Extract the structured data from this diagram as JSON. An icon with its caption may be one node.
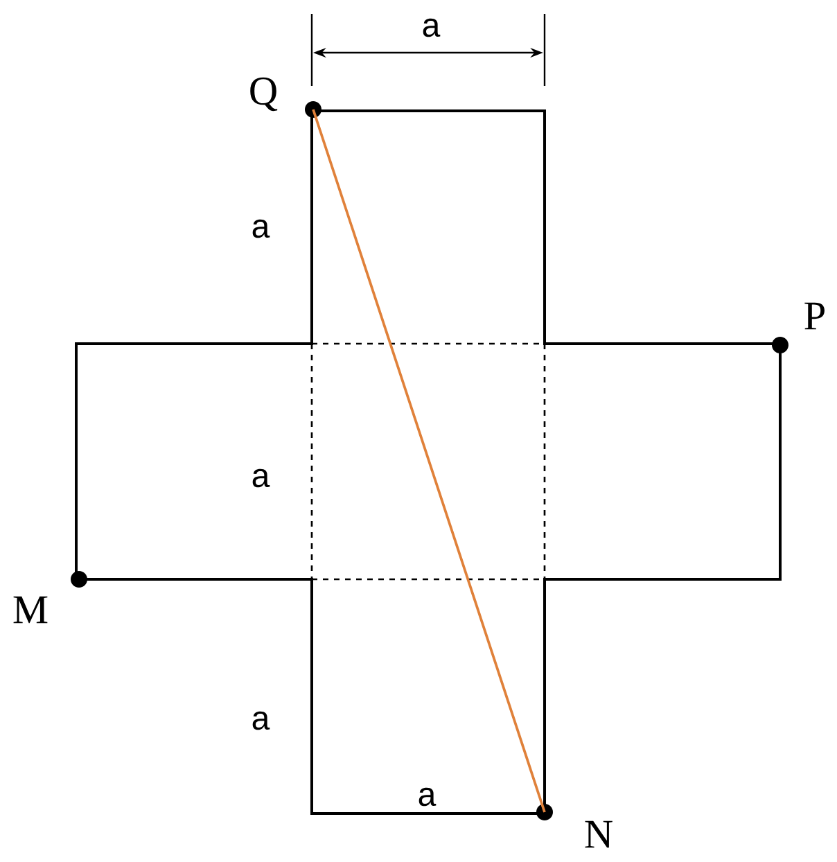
{
  "diagram": {
    "nodes": [
      {
        "text": [],
        "shape": "circle",
        "beside": [
          "Q"
        ]
      },
      {
        "text": [],
        "shape": "circle",
        "beside": [
          "P"
        ]
      },
      {
        "text": [],
        "shape": "circle",
        "beside": [
          "M"
        ]
      },
      {
        "text": [],
        "shape": "circle",
        "beside": [
          "N"
        ]
      }
    ],
    "edges": [
      {
        "from": 0,
        "to": 3,
        "arrow": "none",
        "color": "#e0813a"
      }
    ],
    "labels": [
      "a",
      "a",
      "a",
      "a",
      "a"
    ]
  }
}
